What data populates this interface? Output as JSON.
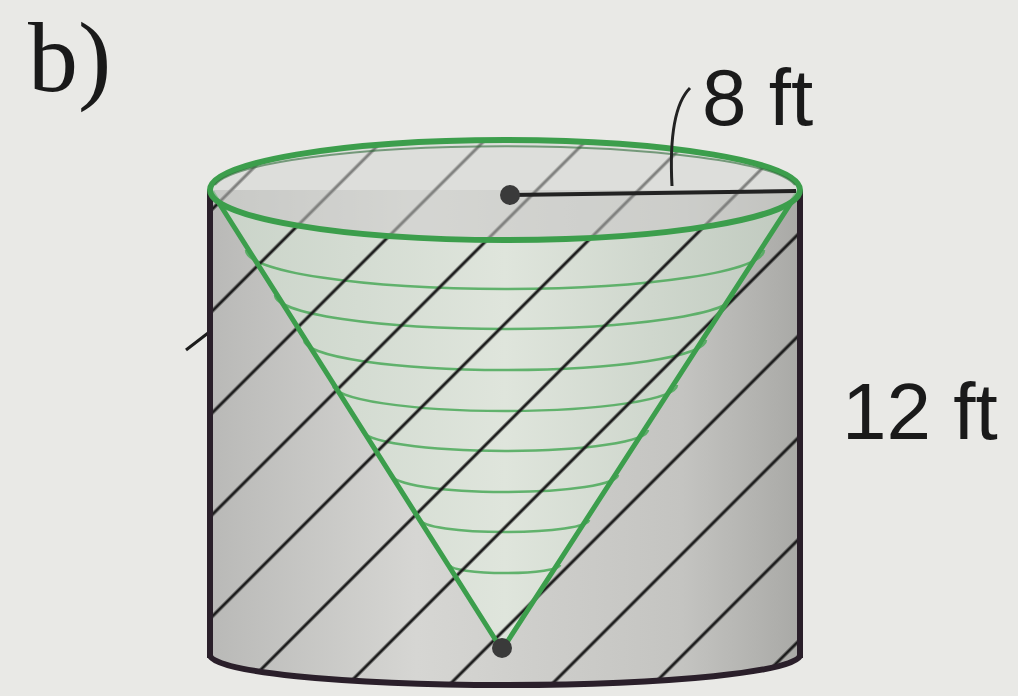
{
  "diagram": {
    "labels": [
      "b)",
      "8 ft",
      "12 ft"
    ]
  }
}
